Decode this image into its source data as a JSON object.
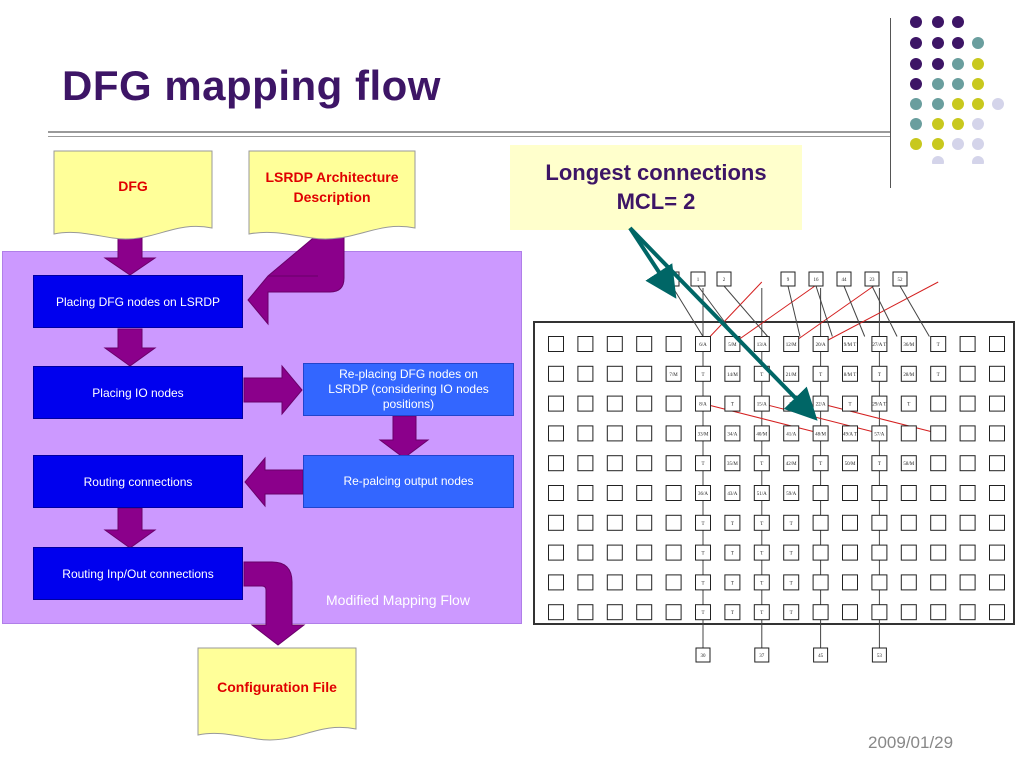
{
  "slide": {
    "title": "DFG mapping flow",
    "date": "2009/01/29"
  },
  "inputs": {
    "dfg": "DFG",
    "arch_line1": "LSRDP Architecture",
    "arch_line2": "Description"
  },
  "flow": {
    "region_label": "Modified Mapping Flow",
    "steps": [
      "Placing DFG nodes on LSRDP",
      "Placing IO nodes",
      "Routing connections",
      "Routing Inp/Out connections"
    ],
    "side_steps": [
      {
        "line1": "Re-placing DFG nodes on",
        "line2": "LSRDP (considering IO nodes",
        "line3": "positions)"
      },
      {
        "line1": "Re-palcing output nodes"
      }
    ]
  },
  "output": {
    "config": "Configuration File"
  },
  "callout": {
    "line1": "Longest connections",
    "line2": "MCL= 2"
  },
  "grid": {
    "input_labels": [
      "0",
      "1",
      "2",
      "9",
      "16",
      "44",
      "23",
      "52"
    ],
    "output_labels": [
      "30",
      "37",
      "45",
      "53"
    ],
    "rows": [
      [
        "6/A",
        "5/M",
        "13/A",
        "12/M",
        "20/A",
        "9/M T",
        "27/A T",
        "36/M",
        "T"
      ],
      [
        "7/M",
        "T",
        "14/M",
        "T",
        "21/M",
        "T",
        "8/M T",
        "T",
        "28/M",
        "T"
      ],
      [
        "8/A",
        "T",
        "15/A",
        "T",
        "22/A",
        "T",
        "29/A T",
        "T"
      ],
      [
        "33/M",
        "34/A",
        "40/M",
        "41/A",
        "48/M",
        "49/A T",
        "57/A"
      ],
      [
        "T",
        "35/M",
        "T",
        "42/M",
        "T",
        "50/M",
        "T",
        "58/M"
      ],
      [
        "36/A",
        "43/A",
        "51/A",
        "59/A"
      ],
      [
        "T",
        "T",
        "T",
        "T"
      ],
      [
        "T",
        "T",
        "T",
        "T"
      ],
      [
        "T",
        "T",
        "T",
        "T"
      ],
      [
        "T",
        "T",
        "T",
        "T"
      ]
    ]
  },
  "colors": {
    "title": "#3d1566",
    "purple_dot": "#3d1566",
    "teal_dot": "#6a9e9e",
    "yellow_dot": "#c8c81e",
    "lavender_dot": "#d4d4ea",
    "arrow": "#8b008b",
    "callout_arrow": "#006666"
  }
}
